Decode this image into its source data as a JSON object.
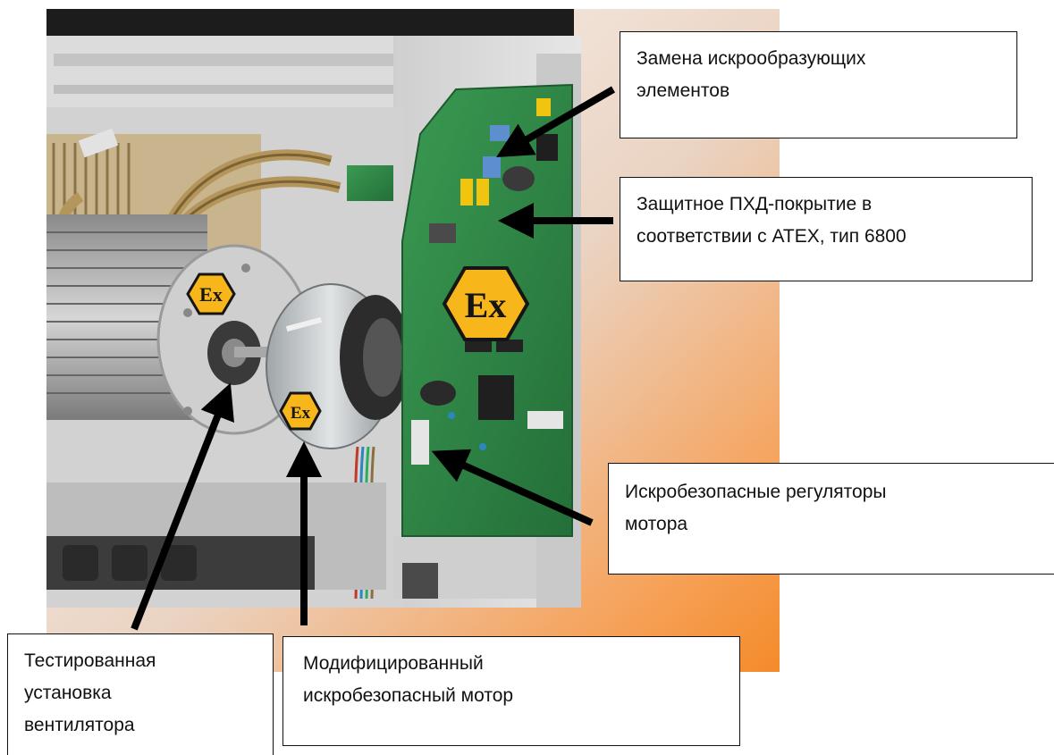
{
  "callouts": {
    "spark_elements": {
      "lines": [
        "Замена искрообразующих",
        "элементов"
      ]
    },
    "coating": {
      "lines": [
        "Защитное ПХД-покрытие в",
        "соответствии с  ATEX, тип 6800"
      ]
    },
    "motor_controllers": {
      "lines": [
        "Искробезопасные регуляторы",
        "мотора"
      ]
    },
    "fan_assembly": {
      "lines": [
        "Тестированная",
        "установка",
        "вентилятора"
      ]
    },
    "motor": {
      "lines": [
        "Модифицированный",
        "искробезопасный мотор"
      ]
    }
  },
  "badges": {
    "large_label": "Ex",
    "medium_label": "Ex",
    "small_label": "Ex"
  },
  "colors": {
    "badge_fill": "#f7b619",
    "badge_border": "#151515",
    "pcb_green": "#2f8f48",
    "background_orange": "#f48b2a",
    "housing_grey": "#d8d8d8",
    "copper_tube": "#b4955c",
    "arrow": "#000000"
  },
  "icons": [
    "ex-atex-badge-icon",
    "arrow-icon"
  ]
}
